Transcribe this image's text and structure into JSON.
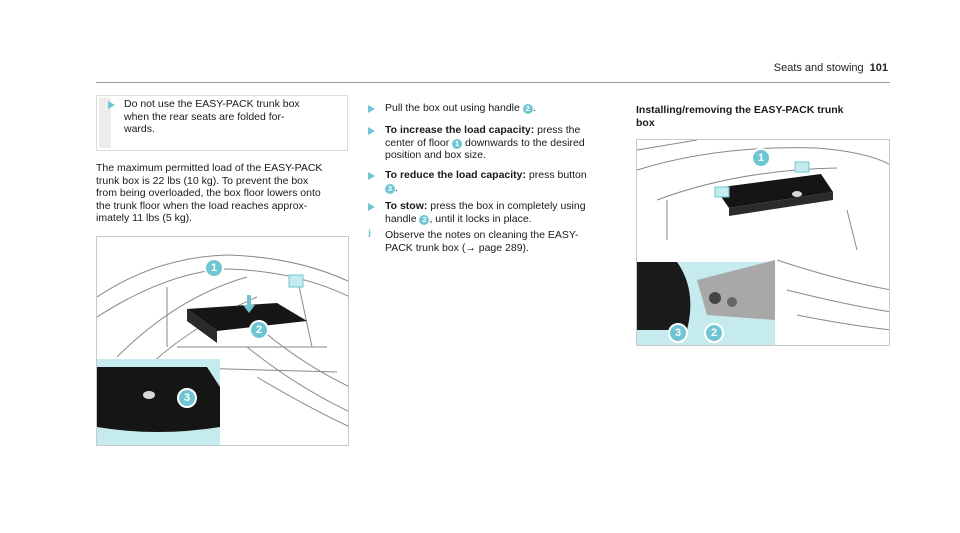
{
  "header": {
    "section": "Seats and stowing",
    "page": "101"
  },
  "left": {
    "note_bullet": "Do not use the EASY-PACK trunk box when the rear seats are folded for- wards.",
    "note_lines": [
      "Do not use the EASY-PACK trunk box",
      "when the rear seats are folded for-",
      "wards."
    ],
    "paragraph_lines": [
      "The maximum permitted load of the EASY-PACK",
      "trunk box is 22 lbs (10 kg). To prevent the box",
      "from being overloaded, the box floor lowers onto",
      "the trunk floor when the load reaches approx-",
      "imately 11 lbs (5 kg)."
    ],
    "figure_callouts": [
      "1",
      "2",
      "3"
    ]
  },
  "middle": {
    "step1_a": "Pull the box out using handle",
    "step1_num": "2",
    "step1_b": ".",
    "step2_bold": "To increase the load capacity:",
    "step2_line1_rest": " press the",
    "step2_line2_a": "center of floor",
    "step2_num": "1",
    "step2_line2_b": " downwards to the desired",
    "step2_line3": "position and box size.",
    "step3_bold": "To reduce the load capacity:",
    "step3_line1_rest": " press button",
    "step3_num": "3",
    "step3_line2_b": ".",
    "step4_bold": "To stow:",
    "step4_line1_rest": " press the box in completely using",
    "step4_line2_a": "handle",
    "step4_num": "2",
    "step4_line2_b": ", until it locks in place.",
    "info_line1": "Observe the notes on cleaning the EASY-",
    "info_line2": "PACK trunk box (→ page 289)."
  },
  "right": {
    "heading_line1": "Installing/removing the EASY-PACK trunk",
    "heading_line2": "box",
    "figure_callouts": [
      "1",
      "3",
      "2"
    ]
  },
  "colors": {
    "accent": "#6fc6d2",
    "inset_bg": "#c6ebee"
  }
}
